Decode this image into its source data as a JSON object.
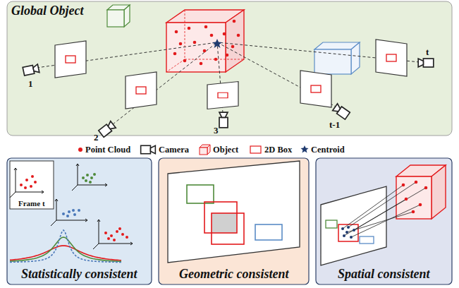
{
  "diagram": {
    "nodes": [
      {
        "text": [
          "Global Object"
        ]
      },
      {
        "text": [
          "Statistically consistent"
        ]
      },
      {
        "text": [
          "Frame t"
        ],
        "in": 1
      },
      {
        "text": [
          "Geometric consistent"
        ]
      },
      {
        "text": [
          "Spatial consistent"
        ]
      }
    ],
    "labels": [
      "1",
      "2",
      "3",
      "t-1",
      "t"
    ],
    "legend": [
      {
        "text": "Point Cloud"
      },
      {
        "text": "Camera"
      },
      {
        "text": "Object"
      },
      {
        "text": "2D Box"
      },
      {
        "text": "Centroid"
      }
    ]
  }
}
